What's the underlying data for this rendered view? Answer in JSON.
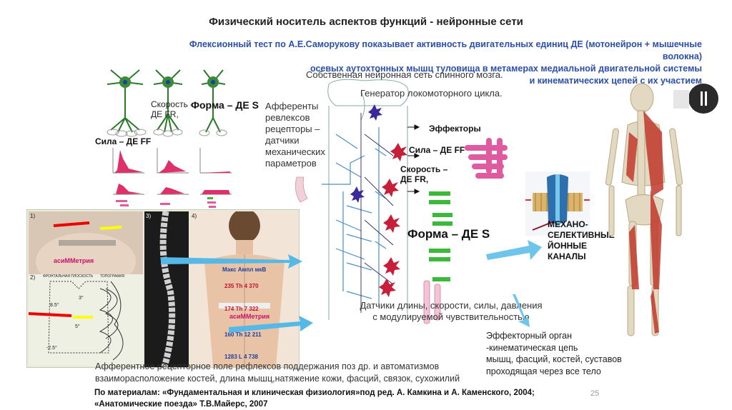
{
  "title": "Физический носитель аспектов функций - нейронные сети",
  "subtitle": {
    "line1": "Флексионный тест по А.Е.Саморукову показывает активность двигательных единиц ДЕ (мотонейрон + мышечные волокна)",
    "line2": "осевых аутохтонных мышц туловища в метамерах медиальной двигательной системы",
    "line3": "и кинематических цепей с их участием"
  },
  "neuron_labels": {
    "speed": "Скорость -",
    "speed_sub": "ДЕ FR,",
    "form": "Форма – ДЕ S",
    "force": "Сила – ДЕ FF"
  },
  "afferents": [
    "Афференты",
    "ревлексов",
    "рецепторы –",
    "датчики",
    "механических",
    "параметров"
  ],
  "spinal": {
    "own_network": "Собственная нейронная сеть спинного мозга.",
    "generator": "Генератор локомоторного цикла.",
    "effectors": "Эффекторы",
    "force": "Сила – ДЕ FF",
    "speed": "Скорость –",
    "speed_sub": "ДЕ FR,",
    "form": "Форма – ДЕ S",
    "sensors1": "Датчики длины, скорости, силы, давления",
    "sensors2": "с модулируемой чувствительностью"
  },
  "channels": [
    "МЕХАНО-",
    "СЕЛЕКТИВНЫЕ",
    "ЙОННЫЕ",
    "КАНАЛЫ"
  ],
  "effector_organ": [
    "Эффекторный орган",
    "-кинематическая цепь",
    "мышц, фасций, костей, суставов",
    "проходящая через все тело"
  ],
  "photo": {
    "panel1": "1)",
    "panel2": "2)",
    "panel3": "3)",
    "panel4": "4)",
    "asym1": "асиММетрия",
    "asym2": "асиММетрия",
    "frontal": "ФРОНТАЛЬНАЯ ПЛОСКОСТЬ",
    "topo": "ТОПОГРАФИЯ",
    "max_ampl": "Макс Ампл мкВ",
    "th4": "235 Th 4 370",
    "th7": "174 Th 7 322",
    "th12": "160 Th 12 211",
    "l4": "1283 L 4 738",
    "deg1": "8.5°",
    "deg2": "3°",
    "deg3": "5°",
    "deg4": "-2.5°"
  },
  "bottom": {
    "line1": "Афферентное рецепторное поле рефлексов поддержания поз др. и автоматизмов",
    "line2": "взаиморасположение костей, длина мышц,натяжение кожи, фасций, связок, сухожилий"
  },
  "footer": {
    "line1": "По материалам: «Фундаментальная и клиническая физиология»под  ред. А. Камкина и А. Каменского, 2004;",
    "line2": "«Анатомические поезда» Т.В.Майерс, 2007"
  },
  "page_number": "25",
  "colors": {
    "title_blue": "#2b4fa8",
    "motoneuron_red": "#d8204a",
    "muscle_pink": "#e05aa0",
    "muscle_green": "#3ab93a",
    "spinal_blue": "#4a90c8",
    "arrow_cyan": "#55b8e6",
    "skeleton_muscle": "#c0392b"
  },
  "icons": [
    "neuron-icon",
    "muscle-fiber-icon",
    "histogram-icon",
    "spinal-cord-icon",
    "ion-channel-icon",
    "skeleton-icon",
    "logo-icon"
  ]
}
